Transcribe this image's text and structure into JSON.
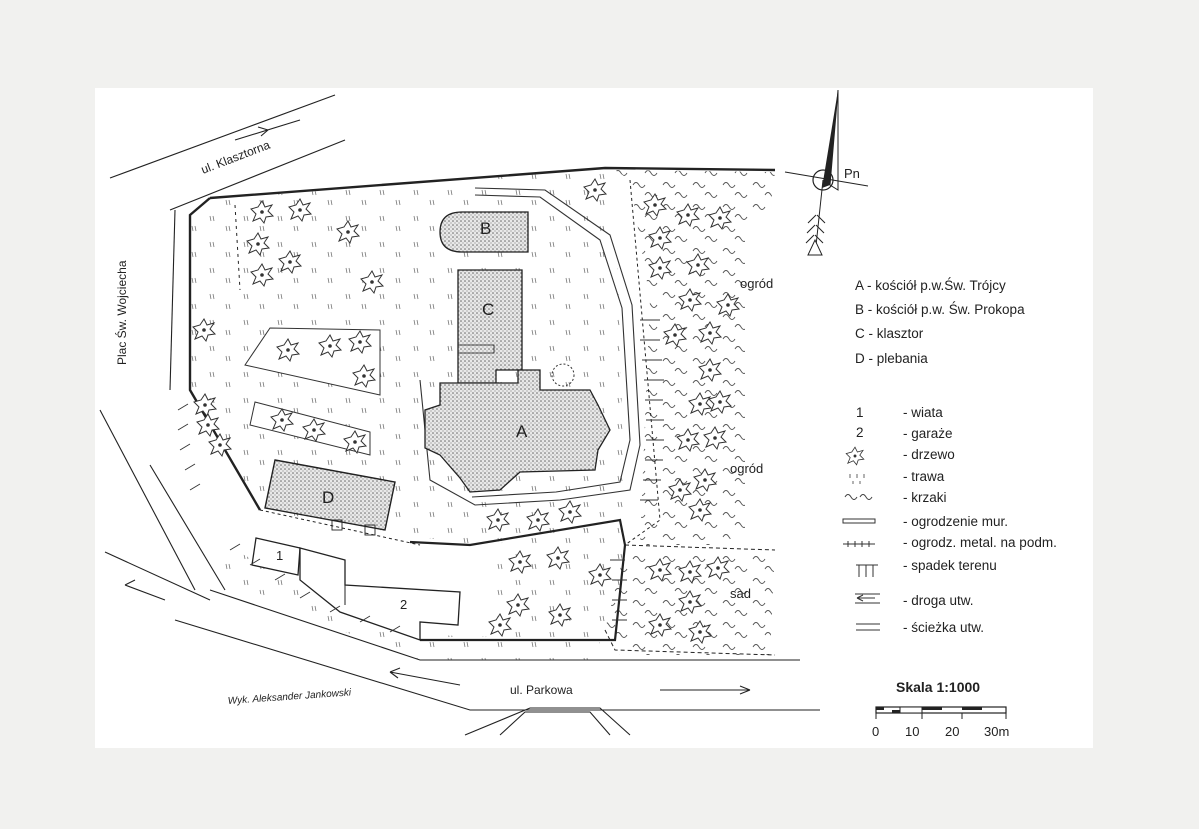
{
  "map": {
    "buildings": {
      "A": "A",
      "B": "B",
      "C": "C",
      "D": "D",
      "garage_1": "1",
      "garage_2": "2"
    },
    "streets": {
      "klasztorna": "ul. Klasztorna",
      "parkowa": "ul. Parkowa",
      "plac": "Plac Św. Wojciecha"
    },
    "areas": {
      "ogrod_1": "ogród",
      "ogrod_2": "ogród",
      "sad": "sad"
    },
    "north": "Pn",
    "author": "Wyk. Aleksander Jankowski",
    "scale": {
      "title": "Skala 1:1000",
      "ticks": [
        "0",
        "10",
        "20",
        "30m"
      ]
    }
  },
  "legend": {
    "buildings": [
      {
        "text": "A - kościół p.w.Św. Trójcy"
      },
      {
        "text": "B - kościół p.w. Św. Prokopa"
      },
      {
        "text": "C - klasztor"
      },
      {
        "text": "D - plebania"
      }
    ],
    "symbols": [
      {
        "key": "1",
        "text": "- wiata"
      },
      {
        "key": "2",
        "text": "- garaże"
      },
      {
        "icon": "tree-icon",
        "text": "- drzewo"
      },
      {
        "icon": "grass-icon",
        "text": "- trawa"
      },
      {
        "icon": "bush-icon",
        "text": "- krzaki"
      },
      {
        "icon": "wall-fence-icon",
        "text": "- ogrodzenie mur."
      },
      {
        "icon": "metal-fence-icon",
        "text": "- ogrodz. metal. na podm."
      },
      {
        "icon": "slope-icon",
        "text": "- spadek terenu"
      },
      {
        "icon": "road-icon",
        "text": "- droga utw."
      },
      {
        "icon": "path-icon",
        "text": "- ścieżka utw."
      }
    ]
  }
}
